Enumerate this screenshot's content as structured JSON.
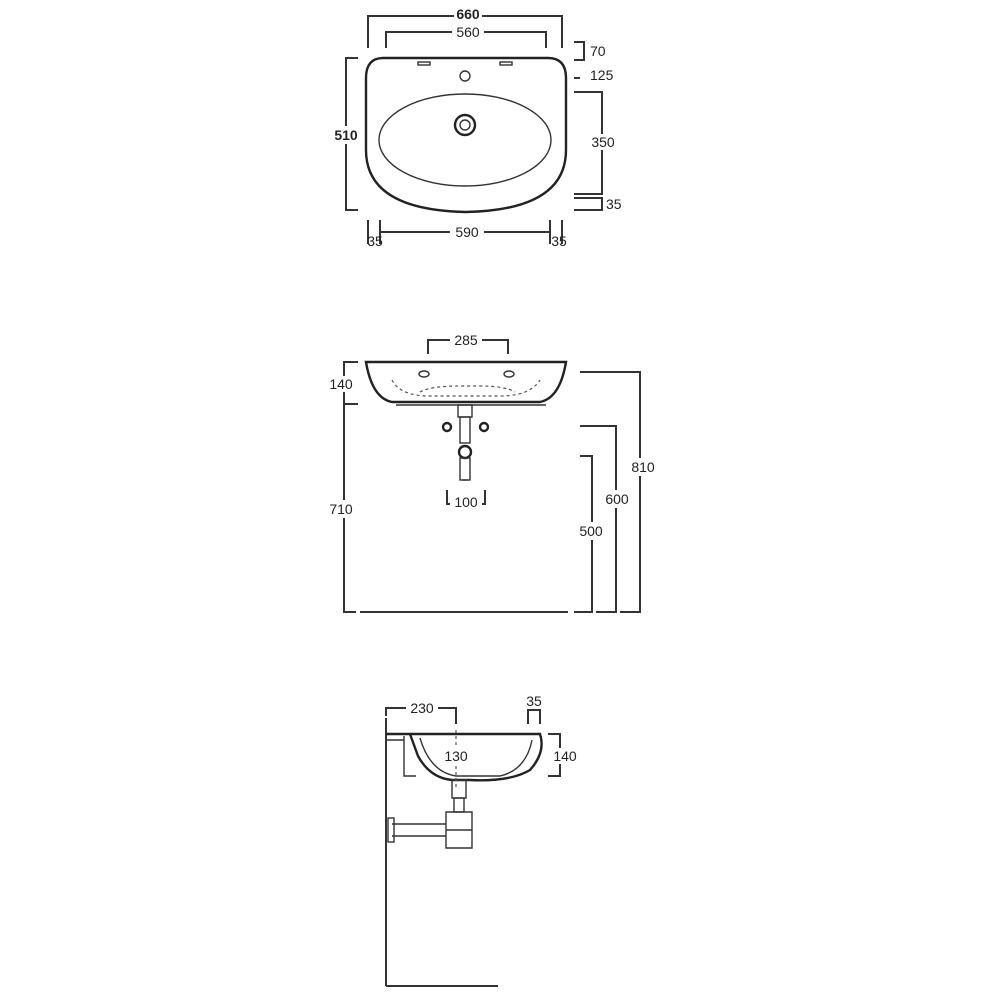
{
  "top_view": {
    "width_overall": "660",
    "width_taps": "560",
    "depth_overall": "510",
    "back_top": "70",
    "back_second": "125",
    "bowl_depth": "350",
    "front_margin": "35",
    "bottom_left": "35",
    "bottom_mid": "590",
    "bottom_right": "35"
  },
  "front_view": {
    "tap_spacing": "285",
    "basin_height": "140",
    "rim_to_floor": "710",
    "bracket_spacing": "100",
    "total_height": "810",
    "height_600": "600",
    "height_500": "500"
  },
  "side_view": {
    "depth_230": "230",
    "rim_35": "35",
    "height_140": "140",
    "drain_130": "130"
  }
}
